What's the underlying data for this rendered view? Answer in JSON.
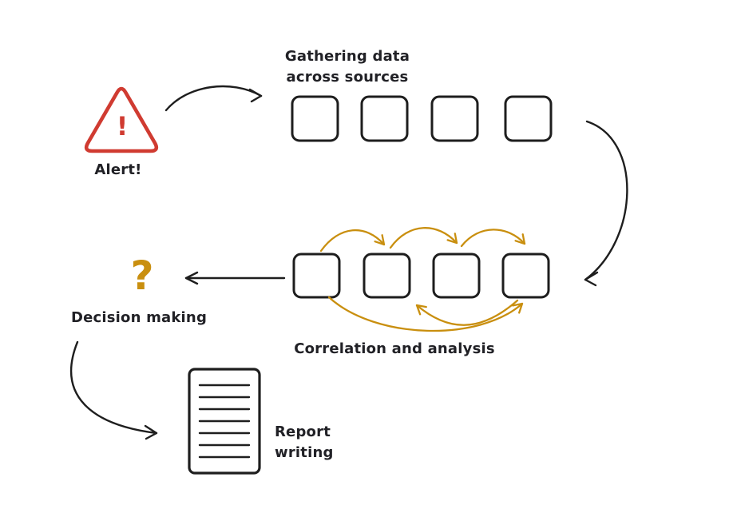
{
  "colors": {
    "ink": "#1e1e1e",
    "text": "#212126",
    "red": "#d03b31",
    "gold": "#c98f0f",
    "bg": "#ffffff"
  },
  "diagram": {
    "alert": {
      "label": "Alert!",
      "symbol": "!"
    },
    "gathering": {
      "label_line1": "Gathering data",
      "label_line2": "across sources",
      "box_count": 4
    },
    "correlation": {
      "label": "Correlation and analysis",
      "box_count": 4
    },
    "decision": {
      "label": "Decision making",
      "symbol": "?"
    },
    "report": {
      "label_line1": "Report",
      "label_line2": "writing"
    }
  }
}
